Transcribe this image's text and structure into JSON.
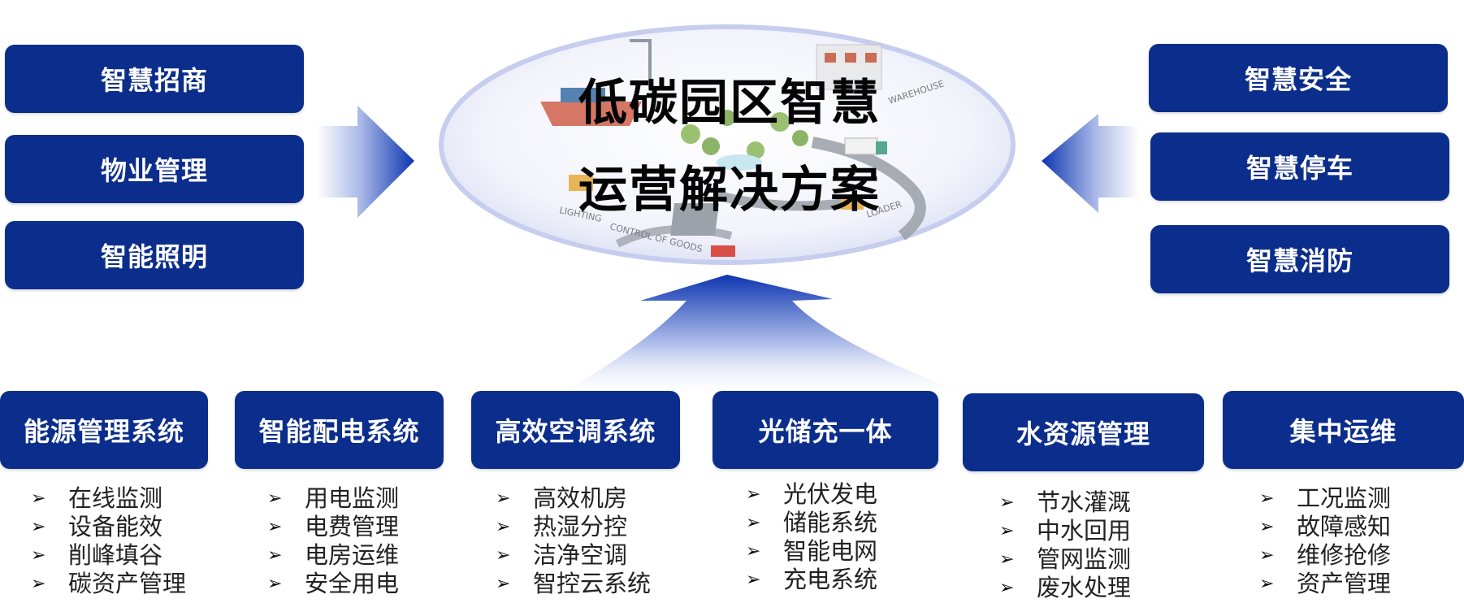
{
  "hub": {
    "title_line1": "低碳园区智慧",
    "title_line2": "运营解决方案",
    "scene_labels": [
      "WAREHOUSE",
      "LOADER",
      "LIGHTING",
      "CONTROL OF GOODS"
    ]
  },
  "left_boxes": [
    "智慧招商",
    "物业管理",
    "智能照明"
  ],
  "right_boxes": [
    "智慧安全",
    "智慧停车",
    "智慧消防"
  ],
  "bullet_marker": "➢",
  "systems": [
    {
      "title": "能源管理系统",
      "items": [
        "在线监测",
        "设备能效",
        "削峰填谷",
        "碳资产管理"
      ]
    },
    {
      "title": "智能配电系统",
      "items": [
        "用电监测",
        "电费管理",
        "电房运维",
        "安全用电"
      ]
    },
    {
      "title": "高效空调系统",
      "items": [
        "高效机房",
        "热湿分控",
        "洁净空调",
        "智控云系统"
      ]
    },
    {
      "title": "光储充一体",
      "items": [
        "光伏发电",
        "储能系统",
        "智能电网",
        "充电系统"
      ]
    },
    {
      "title": "水资源管理",
      "items": [
        "节水灌溉",
        "中水回用",
        "管网监测",
        "废水处理"
      ]
    },
    {
      "title": "集中运维",
      "items": [
        "工况监测",
        "故障感知",
        "维修抢修",
        "资产管理"
      ]
    }
  ],
  "colors": {
    "box": "#0b2d8c",
    "arrow_dark": "#0d35b0",
    "arrow_light": "#e6ebf8",
    "hub_fill": "#eef0fa"
  }
}
